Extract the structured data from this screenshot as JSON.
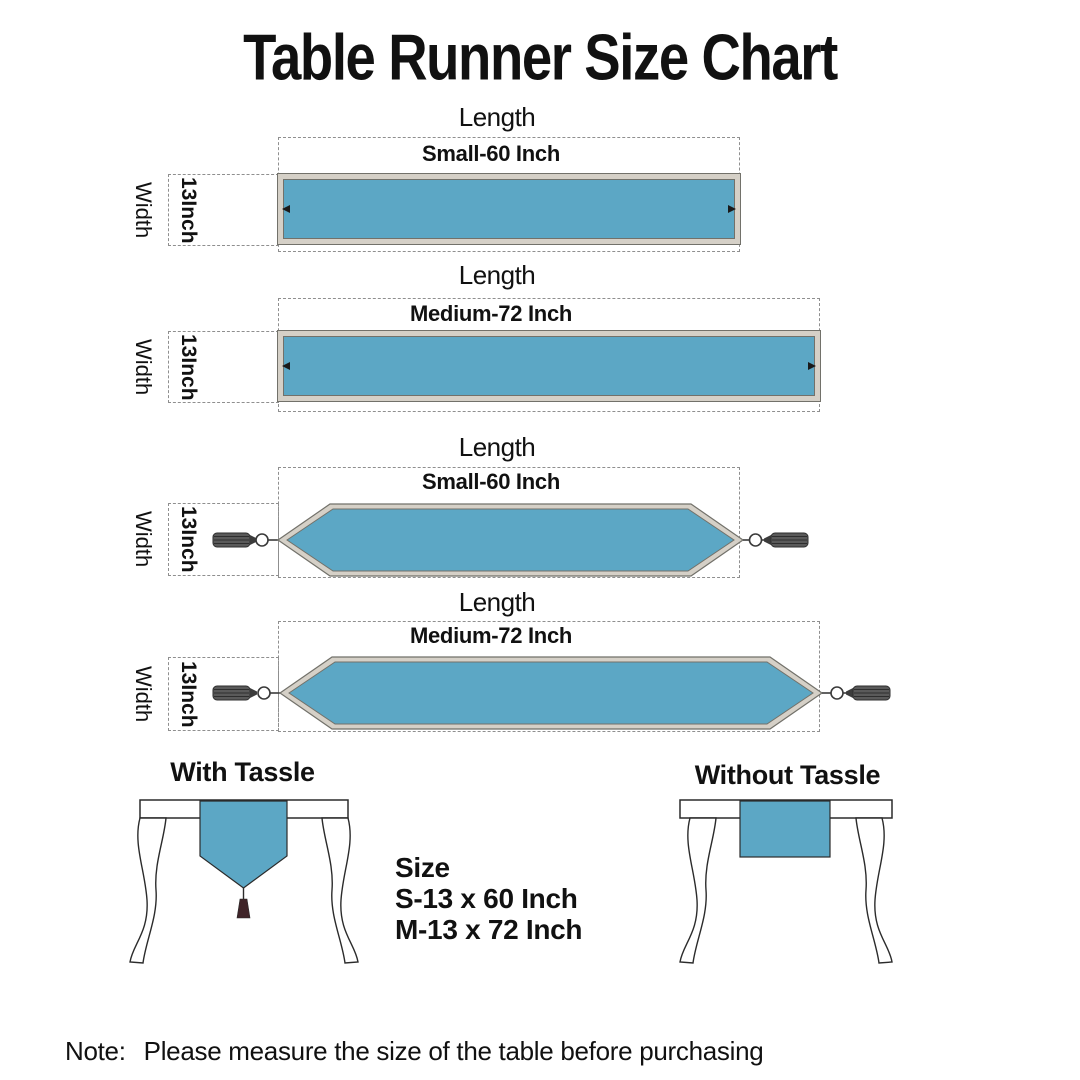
{
  "title": "Table Runner Size Chart",
  "colors": {
    "runner_fill": "#5CA7C5",
    "runner_trim": "#D5D0C7",
    "outline": "#72716A",
    "dash_gray": "#8F8F8F",
    "tassel_gray": "#5A5A5A",
    "tassel_maroon": "#3F2428"
  },
  "diagrams": [
    {
      "style": "rectangle",
      "length_label": "Length",
      "size_label": "Small-60 Inch",
      "width_label": "Width",
      "width_value": "13Inch"
    },
    {
      "style": "rectangle",
      "length_label": "Length",
      "size_label": "Medium-72 Inch",
      "width_label": "Width",
      "width_value": "13Inch"
    },
    {
      "style": "pointed-with-tassels",
      "length_label": "Length",
      "size_label": "Small-60 Inch",
      "width_label": "Width",
      "width_value": "13Inch"
    },
    {
      "style": "pointed-with-tassels",
      "length_label": "Length",
      "size_label": "Medium-72 Inch",
      "width_label": "Width",
      "width_value": "13Inch"
    }
  ],
  "examples": {
    "with_tassle_label": "With Tassle",
    "without_tassle_label": "Without Tassle",
    "size_heading": "Size",
    "size_options": [
      "S-13 x 60 Inch",
      "M-13 x 72 Inch"
    ]
  },
  "note": {
    "label": "Note:",
    "text": "Please measure the size of the table before purchasing"
  }
}
